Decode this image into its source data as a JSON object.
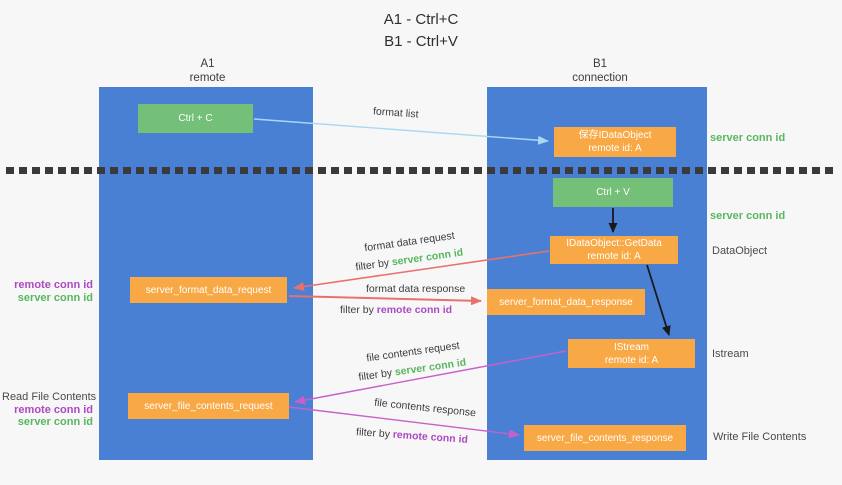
{
  "title": {
    "line1": "A1 - Ctrl+C",
    "line2": "B1 - Ctrl+V"
  },
  "columns": {
    "left": {
      "name": "A1",
      "subtitle": "remote"
    },
    "right": {
      "name": "B1",
      "subtitle": "connection"
    }
  },
  "nodes": {
    "ctrl_c": "Ctrl + C",
    "ctrl_v": "Ctrl + V",
    "save_idataobject": {
      "line1": "保存IDataObject",
      "line2": "remote id: A"
    },
    "getdata": {
      "line1": "IDataObject::GetData",
      "line2": "remote id: A"
    },
    "istream": {
      "line1": "IStream",
      "line2": "remote id: A"
    },
    "format_request": "server_format_data_request",
    "format_response": "server_format_data_response",
    "file_request": "server_file_contents_request",
    "file_response": "server_file_contents_response"
  },
  "edge_labels": {
    "format_list": "format list",
    "format_data_request": "format data request",
    "format_data_response": "format data response",
    "file_contents_request": "file contents request",
    "file_contents_response": "file contents response",
    "filter_by": "filter by",
    "server_conn_id": "server conn id",
    "remote_conn_id": "remote conn id"
  },
  "side_labels": {
    "server_conn_id": "server conn id",
    "remote_conn_id": "remote conn id",
    "dataobject": "DataObject",
    "istream": "Istream",
    "read_file_contents": "Read File Contents",
    "write_file_contents": "Write File Contents"
  },
  "colors": {
    "column_blue": "#4a80d4",
    "node_green": "#74c078",
    "node_orange": "#f8a845",
    "arrow_red": "#e8716b",
    "arrow_magenta": "#c95fc9",
    "arrow_light_blue": "#aad8f2",
    "arrow_black": "#1a1a1a",
    "label_green": "#58b75e",
    "label_purple": "#ad49c2"
  }
}
